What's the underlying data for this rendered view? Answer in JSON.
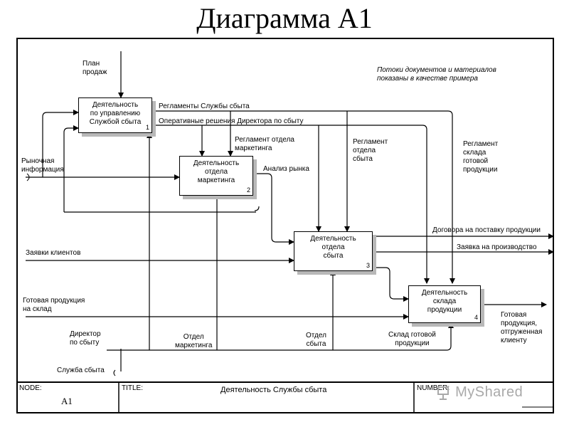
{
  "page_title": "Диаграмма А1",
  "note": {
    "line1": "Потоки документов и материалов",
    "line2": "показаны в качестве примера"
  },
  "activities": [
    {
      "line1": "Деятельность",
      "line2": "по управлению",
      "line3": "Службой сбыта",
      "number": "1"
    },
    {
      "line1": "Деятельность",
      "line2": "отдела",
      "line3": "маркетинга",
      "number": "2"
    },
    {
      "line1": "Деятельность",
      "line2": "отдела",
      "line3": "сбыта",
      "number": "3"
    },
    {
      "line1": "Деятельность",
      "line2": "склада",
      "line3": "продукции",
      "number": "4"
    }
  ],
  "arrows": {
    "plan": {
      "line1": "План",
      "line2": "продаж"
    },
    "reglamenty_sluzhby": "Регламенты Службы сбыта",
    "operativnye": "Оперативные решения Директора по сбыту",
    "reglament_marketing": {
      "line1": "Регламент отдела",
      "line2": "маркетинга"
    },
    "reglament_sbyta": {
      "line1": "Регламент",
      "line2": "отдела",
      "line3": "сбыта"
    },
    "reglament_sklada": {
      "line1": "Регламент",
      "line2": "склада",
      "line3": "готовой",
      "line4": "продукции"
    },
    "rynochnaya": {
      "line1": "Рыночная",
      "line2": "информация"
    },
    "analiz": "Анализ рынка",
    "zayavki": "Заявки клиентов",
    "dogovora": "Договора на поставку продукции",
    "zayavka_proizv": "Заявка на производство",
    "gotovaya_in": {
      "line1": "Готовая продукция",
      "line2": "на склад"
    },
    "gotovaya_out": {
      "line1": "Готовая",
      "line2": "продукция,",
      "line3": "отгруженная",
      "line4": "клиенту"
    },
    "direktor": {
      "line1": "Директор",
      "line2": "по сбыту"
    },
    "sluzhba": "Служба сбыта",
    "otdel_marketinga": {
      "line1": "Отдел",
      "line2": "маркетинга"
    },
    "otdel_sbyta": {
      "line1": "Отдел",
      "line2": "сбыта"
    },
    "sklad": {
      "line1": "Склад готовой",
      "line2": "продукции"
    }
  },
  "footer": {
    "node_label": "NODE:",
    "node_value": "A1",
    "title_label": "TITLE:",
    "title_value": "Деятельность Службы сбыта",
    "number_label": "NUMBER:"
  },
  "watermark": "MyShared"
}
